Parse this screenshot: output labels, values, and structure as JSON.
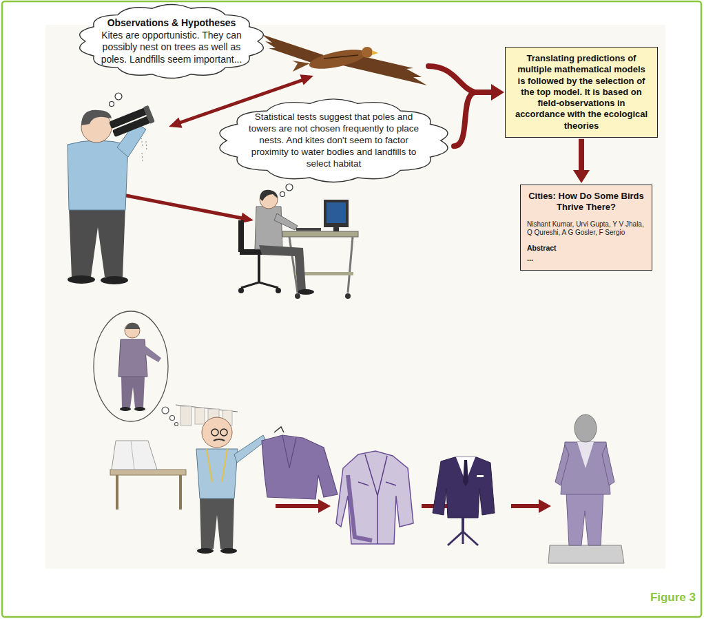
{
  "diagram": {
    "nodes": [
      {
        "text": [
          "Observations & Hypotheses",
          "Kites are opportunistic. They can possibly nest on trees as well as poles. Landfills seem important..."
        ]
      },
      {
        "text": [
          "Statistical tests suggest that poles and towers are not chosen frequently to place nests. And kites don't seem to factor proximity to water bodies and landfills to select habitat"
        ]
      },
      {
        "text": [
          "Translating predictions of multiple mathematical models is followed by the selection of the top model. It is based on field-observations in accordance with the ecological theories"
        ]
      },
      {
        "text": [
          "Cities: How Do Some Birds Thrive There?",
          "Nishant Kumar, Urvi Gupta, Y V Jhala, Q Qureshi, A G Gosler, F Sergio",
          "Abstract",
          "..."
        ]
      }
    ],
    "edges": [
      {
        "from": 1,
        "to": 2,
        "arrow": "to"
      },
      {
        "from": 2,
        "to": 3,
        "arrow": "to"
      }
    ],
    "labels": [
      "Figure 3"
    ]
  }
}
